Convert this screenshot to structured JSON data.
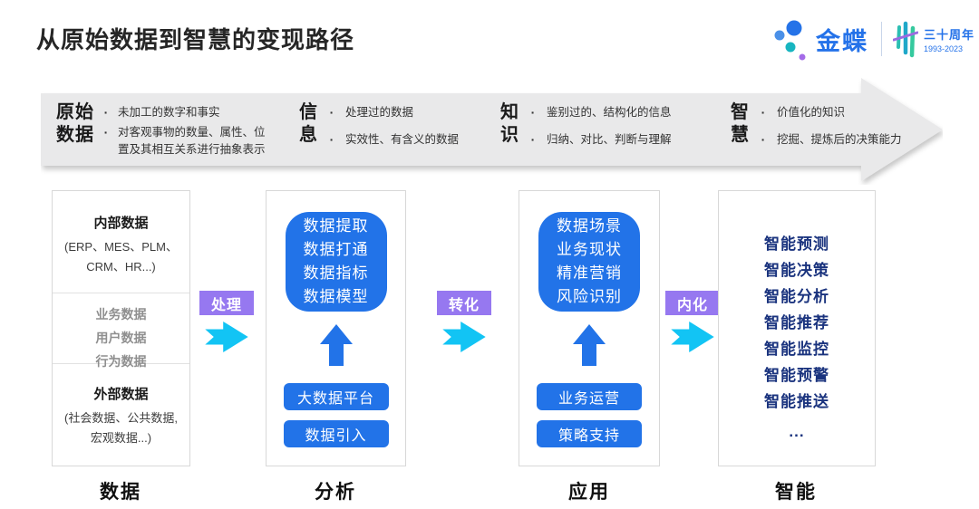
{
  "page": {
    "title": "从原始数据到智慧的变现路径"
  },
  "logo": {
    "brand": "金蝶",
    "anniversary_title": "三十周年",
    "anniversary_years": "1993-2023"
  },
  "icons": {
    "bullet": "·"
  },
  "banner_stages": [
    {
      "label_line1": "原始",
      "label_line2": "数据",
      "points": [
        "未加工的数字和事实",
        "对客观事物的数量、属性、位置及其相互关系进行抽象表示"
      ]
    },
    {
      "label_line1": "信",
      "label_line2": "息",
      "points": [
        "处理过的数据",
        "实效性、有含义的数据"
      ]
    },
    {
      "label_line1": "知",
      "label_line2": "识",
      "points": [
        "鉴别过的、结构化的信息",
        "归纳、对比、判断与理解"
      ]
    },
    {
      "label_line1": "智",
      "label_line2": "慧",
      "points": [
        "价值化的知识",
        "挖掘、提炼后的决策能力"
      ]
    }
  ],
  "flow_labels": [
    "处理",
    "转化",
    "内化"
  ],
  "columns": {
    "data": {
      "internal_heading": "内部数据",
      "internal_detail_line1": "(ERP、MES、PLM、",
      "internal_detail_line2": "CRM、HR...)",
      "middle_items": [
        "业务数据",
        "用户数据",
        "行为数据"
      ],
      "external_heading": "外部数据",
      "external_detail_line1": "(社会数据、公共数据,",
      "external_detail_line2": "宏观数据...)"
    },
    "analysis": {
      "box_lines": [
        "数据提取",
        "数据打通",
        "数据指标",
        "数据模型"
      ],
      "buttons": [
        "大数据平台",
        "数据引入"
      ]
    },
    "application": {
      "box_lines": [
        "数据场景",
        "业务现状",
        "精准营销",
        "风险识别"
      ],
      "buttons": [
        "业务运营",
        "策略支持"
      ]
    },
    "intelligence": {
      "items": [
        "智能预测",
        "智能决策",
        "智能分析",
        "智能推荐",
        "智能监控",
        "智能预警",
        "智能推送",
        "..."
      ]
    }
  },
  "footer_labels": [
    "数据",
    "分析",
    "应用",
    "智能"
  ],
  "colors": {
    "blue": "#2273E8",
    "cyan": "#12C4F4",
    "purple": "#9678F0",
    "navy": "#1A337E",
    "banner_gray": "#E9E9EA",
    "brand_blue": "#2472E9"
  }
}
